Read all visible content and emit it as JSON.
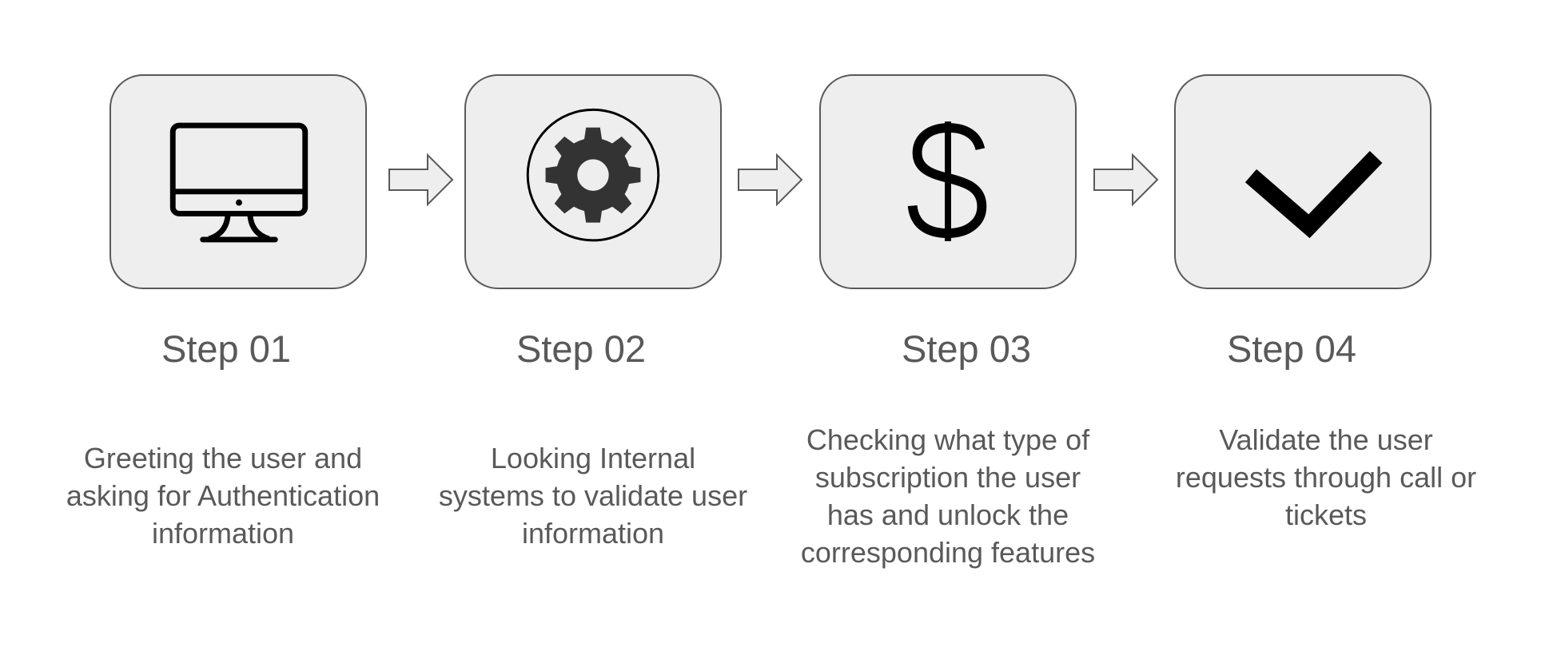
{
  "steps": [
    {
      "icon": "monitor-icon",
      "title": "Step 01",
      "description": [
        "Greeting the user and",
        "asking for Authentication",
        "information"
      ]
    },
    {
      "icon": "gear-icon",
      "title": "Step 02",
      "description": [
        "Looking Internal",
        "systems to validate user",
        "information"
      ]
    },
    {
      "icon": "dollar-icon",
      "title": "Step 03",
      "description": [
        "Checking what type of",
        "subscription the user",
        "has and unlock the",
        "corresponding features"
      ]
    },
    {
      "icon": "checkmark-icon",
      "title": "Step 04",
      "description": [
        "Validate the user",
        "requests through call or",
        "tickets"
      ]
    }
  ],
  "connectors": [
    "right-arrow-icon",
    "right-arrow-icon",
    "right-arrow-icon"
  ],
  "colors": {
    "box_fill": "#eeeeee",
    "box_border": "#595959",
    "text": "#595959",
    "icon": "#000000",
    "gear": "#333333",
    "arrow_fill": "#eeeeee",
    "arrow_stroke": "#595959"
  }
}
